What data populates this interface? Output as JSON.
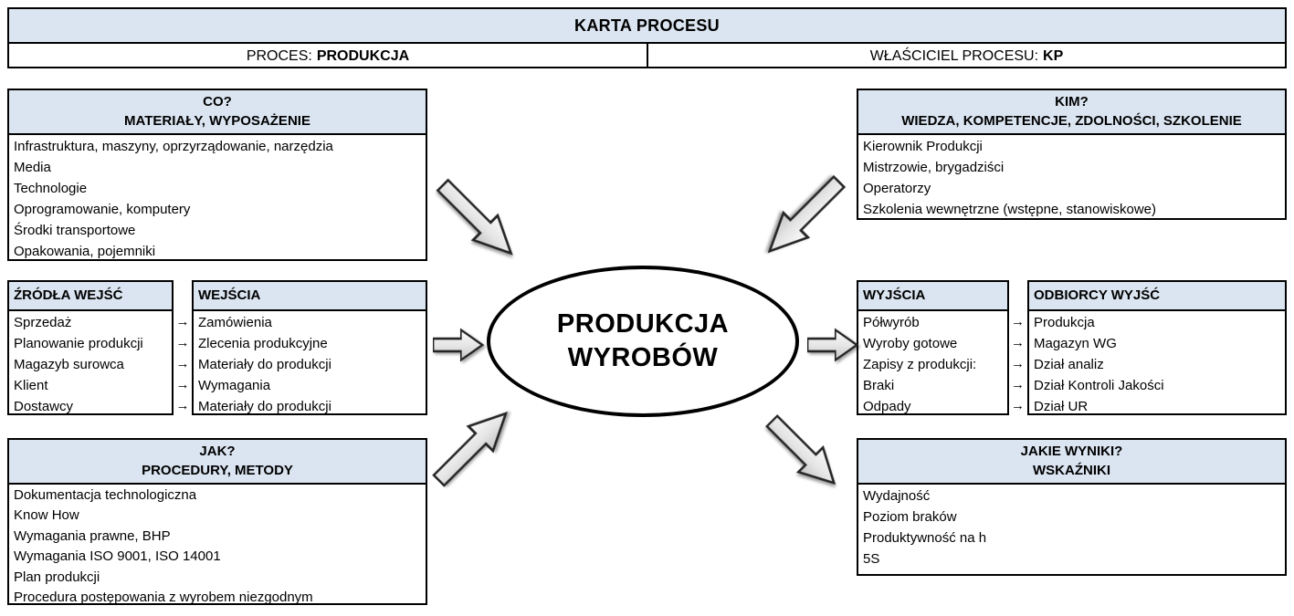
{
  "header": {
    "title": "KARTA PROCESU",
    "process_label": "PROCES:",
    "process_value": "PRODUKCJA",
    "owner_label": "WŁAŚCICIEL PROCESU:",
    "owner_value": "KP"
  },
  "center": {
    "line1": "PRODUKCJA",
    "line2": "WYROBÓW"
  },
  "glyphs": {
    "flow_arrow": "→"
  },
  "colors": {
    "header_fill": "#dbe5f1",
    "border": "#000000",
    "arrow_fill_light": "#fafafa",
    "arrow_fill_dark": "#c3c3c3",
    "arrow_stroke": "#262626"
  },
  "boxes": {
    "materials": {
      "title_line1": "CO?",
      "title_line2": "MATERIAŁY, WYPOSAŻENIE",
      "items": [
        "Infrastruktura, maszyny, oprzyrządowanie, narzędzia",
        "Media",
        "Technologie",
        "Oprogramowanie, komputery",
        "Środki transportowe",
        "Opakowania, pojemniki"
      ]
    },
    "sources": {
      "title": "ŹRÓDŁA WEJŚĆ",
      "items": [
        "Sprzedaż",
        "Planowanie produkcji",
        "Magazyb surowca",
        "Klient",
        "Dostawcy"
      ]
    },
    "inputs": {
      "title": "WEJŚCIA",
      "items": [
        "Zamówienia",
        "Zlecenia produkcyjne",
        "Materiały do produkcji",
        "Wymagania",
        "Materiały do produkcji"
      ]
    },
    "methods": {
      "title_line1": "JAK?",
      "title_line2": "PROCEDURY, METODY",
      "items": [
        "Dokumentacja technologiczna",
        "Know How",
        "Wymagania prawne, BHP",
        "Wymagania ISO 9001, ISO 14001",
        "Plan produkcji",
        "Procedura postępowania z wyrobem niezgodnym"
      ]
    },
    "competences": {
      "title_line1": "KIM?",
      "title_line2": "WIEDZA, KOMPETENCJE, ZDOLNOŚCI, SZKOLENIE",
      "items": [
        "Kierownik Produkcji",
        "Mistrzowie, brygadziści",
        "Operatorzy",
        "Szkolenia wewnętrzne (wstępne, stanowiskowe)"
      ]
    },
    "outputs": {
      "title": "WYJŚCIA",
      "items": [
        "Półwyrób",
        "Wyroby gotowe",
        "Zapisy z produkcji:",
        "Braki",
        "Odpady"
      ]
    },
    "receivers": {
      "title": "ODBIORCY WYJŚĆ",
      "items": [
        "Produkcja",
        "Magazyn WG",
        "Dział analiz",
        "Dział Kontroli Jakości",
        "Dział UR"
      ]
    },
    "indicators": {
      "title_line1": "JAKIE WYNIKI?",
      "title_line2": "WSKAŹNIKI",
      "items": [
        "Wydajność",
        "Poziom braków",
        "Produktywność na h",
        "5S"
      ]
    }
  }
}
